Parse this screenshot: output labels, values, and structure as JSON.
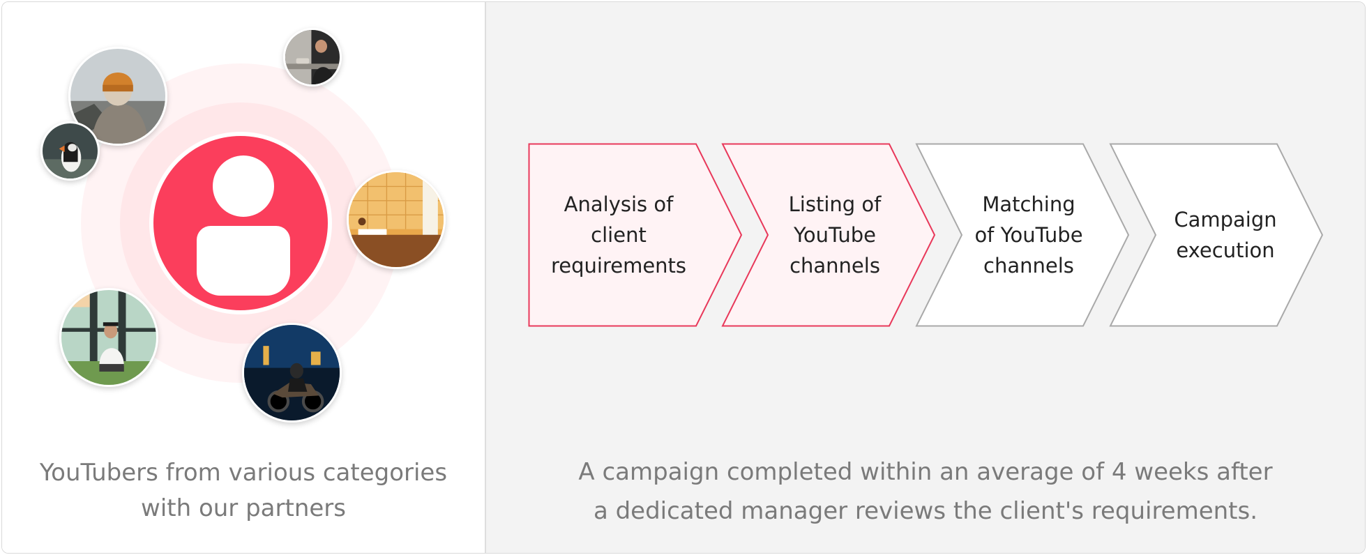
{
  "left": {
    "caption_line1": "YouTubers from various categories",
    "caption_line2": "with our partners",
    "colors": {
      "accent": "#fb3e5c",
      "ring_outer": "#fff3f4",
      "ring_mid": "#ffe7e9"
    },
    "center_icon": "user-icon",
    "photos": [
      {
        "subject": "person-in-orange-beanie-photo"
      },
      {
        "subject": "puffin-photo"
      },
      {
        "subject": "person-cooking-photo"
      },
      {
        "subject": "cafe-interior-photo"
      },
      {
        "subject": "person-crouching-photo"
      },
      {
        "subject": "motorcycle-night-photo"
      }
    ]
  },
  "flow": {
    "steps": [
      {
        "lines": [
          "Analysis of",
          "client",
          "requirements"
        ],
        "highlighted": true
      },
      {
        "lines": [
          "Listing of",
          "YouTube",
          "channels"
        ],
        "highlighted": true
      },
      {
        "lines": [
          "Matching",
          "of YouTube",
          "channels"
        ],
        "highlighted": false
      },
      {
        "lines": [
          "Campaign",
          "execution"
        ],
        "highlighted": false
      }
    ],
    "colors": {
      "highlight_fill": "#fff3f5",
      "highlight_stroke": "#e8385a",
      "plain_fill": "#ffffff",
      "plain_stroke": "#a9a9a9"
    }
  },
  "right": {
    "caption_line1": "A campaign completed within an average of 4 weeks after",
    "caption_line2": "a dedicated manager reviews the client's requirements."
  }
}
